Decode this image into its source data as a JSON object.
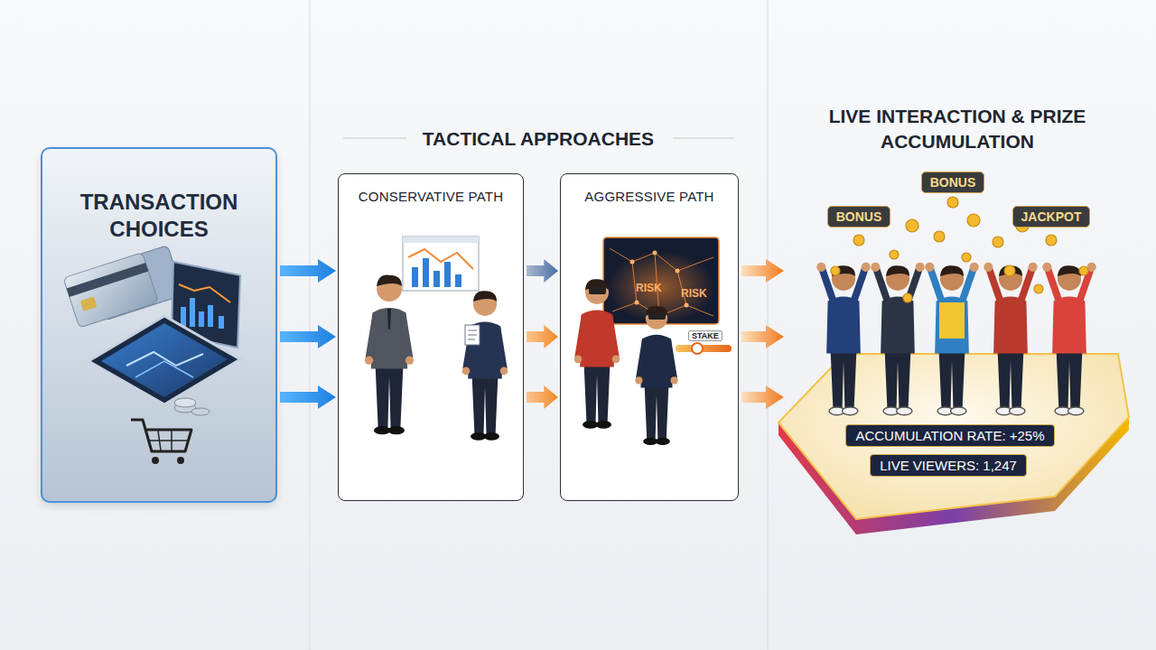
{
  "diagram": {
    "nodes": [
      {
        "text": [
          "TRANSACTION CHOICES"
        ]
      },
      {
        "text": [
          "CONSERVATIVE PATH"
        ]
      },
      {
        "text": [
          "AGGRESSIVE PATH"
        ]
      },
      {
        "text": [
          "LIVE INTERACTION & PRIZE ACCUMULATION"
        ]
      },
      {
        "text": [
          "BONUS"
        ],
        "in": 3
      },
      {
        "text": [
          "BONUS"
        ],
        "in": 3
      },
      {
        "text": [
          "JACKPOT"
        ],
        "in": 3
      },
      {
        "text": [
          "ACCUMULATION RATE: +25%"
        ],
        "in": 3
      },
      {
        "text": [
          "LIVE VIEWERS: 1,247"
        ],
        "in": 3
      }
    ],
    "edges": [
      {
        "from": 0,
        "to": 1,
        "arrow": "to"
      },
      {
        "from": 0,
        "to": 1,
        "arrow": "to"
      },
      {
        "from": 0,
        "to": 1,
        "arrow": "to"
      },
      {
        "from": 1,
        "to": 2,
        "arrow": "to"
      },
      {
        "from": 1,
        "to": 2,
        "arrow": "to"
      },
      {
        "from": 1,
        "to": 2,
        "arrow": "to"
      },
      {
        "from": 2,
        "to": 3,
        "arrow": "to"
      },
      {
        "from": 2,
        "to": 3,
        "arrow": "to"
      },
      {
        "from": 2,
        "to": 3,
        "arrow": "to"
      }
    ],
    "labels": [
      "TACTICAL APPROACHES",
      "RISK",
      "RISK",
      "STAKE"
    ]
  }
}
